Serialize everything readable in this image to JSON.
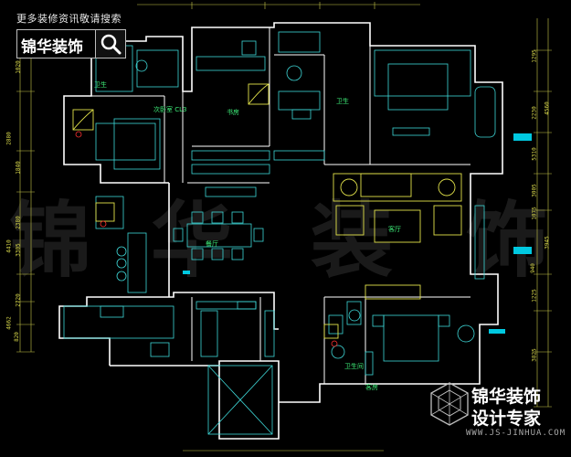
{
  "header": {
    "banner_text": "更多装修资讯敬请搜索",
    "brand_name": "锦华装饰"
  },
  "footer_logo": {
    "name": "锦华装饰",
    "subtitle": "设计专家",
    "url": "WWW.JS-JINHUA.COM"
  },
  "watermark": {
    "chars": [
      "锦",
      "华",
      "装",
      "饰"
    ]
  },
  "rooms": {
    "bath_top_left": "卫生",
    "study": "书房",
    "bath_top_mid": "卫生",
    "bedroom_left": "次卧室 CL3",
    "living": "客厅",
    "dining": "餐厅",
    "bath_bottom": "卫生间",
    "bedroom_bottom": "客房"
  },
  "dimensions": {
    "left": [
      "1020",
      "2880",
      "1840",
      "2380",
      "4410",
      "3305",
      "2720",
      "4662",
      "820"
    ],
    "right": [
      "1295",
      "2230",
      "4560",
      "5310",
      "3005",
      "1075",
      "940",
      "3945",
      "1225",
      "3825"
    ]
  },
  "colors": {
    "background": "#000000",
    "wall": "#ffffff",
    "furniture": "#3ed8d8",
    "furniture_alt": "#e3e34a",
    "room_label": "#3ef07a",
    "dimension": "#d6d64a",
    "accent": "#00c8e0"
  },
  "icons": {
    "search": "search-icon"
  }
}
